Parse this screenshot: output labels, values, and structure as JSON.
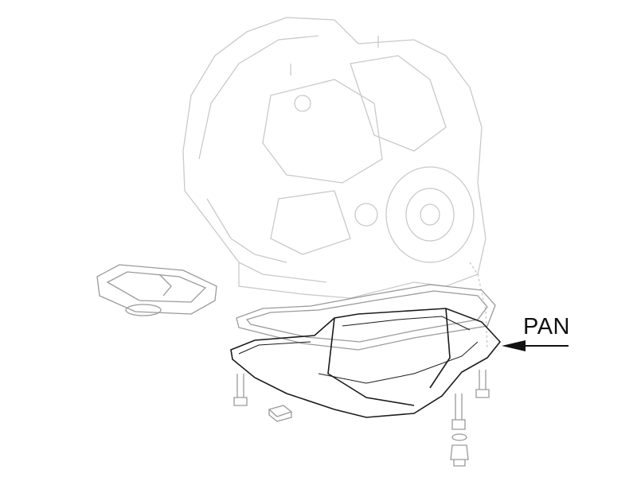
{
  "diagram": {
    "callout_label": "PAN",
    "parts": [
      "transmission-case",
      "oil-filter",
      "pan-gasket",
      "oil-pan",
      "pan-bolts",
      "drain-plug",
      "drain-washer",
      "magnet"
    ],
    "colors": {
      "highlight": "#1a1a1a",
      "faded": "#c9c9c9"
    }
  }
}
